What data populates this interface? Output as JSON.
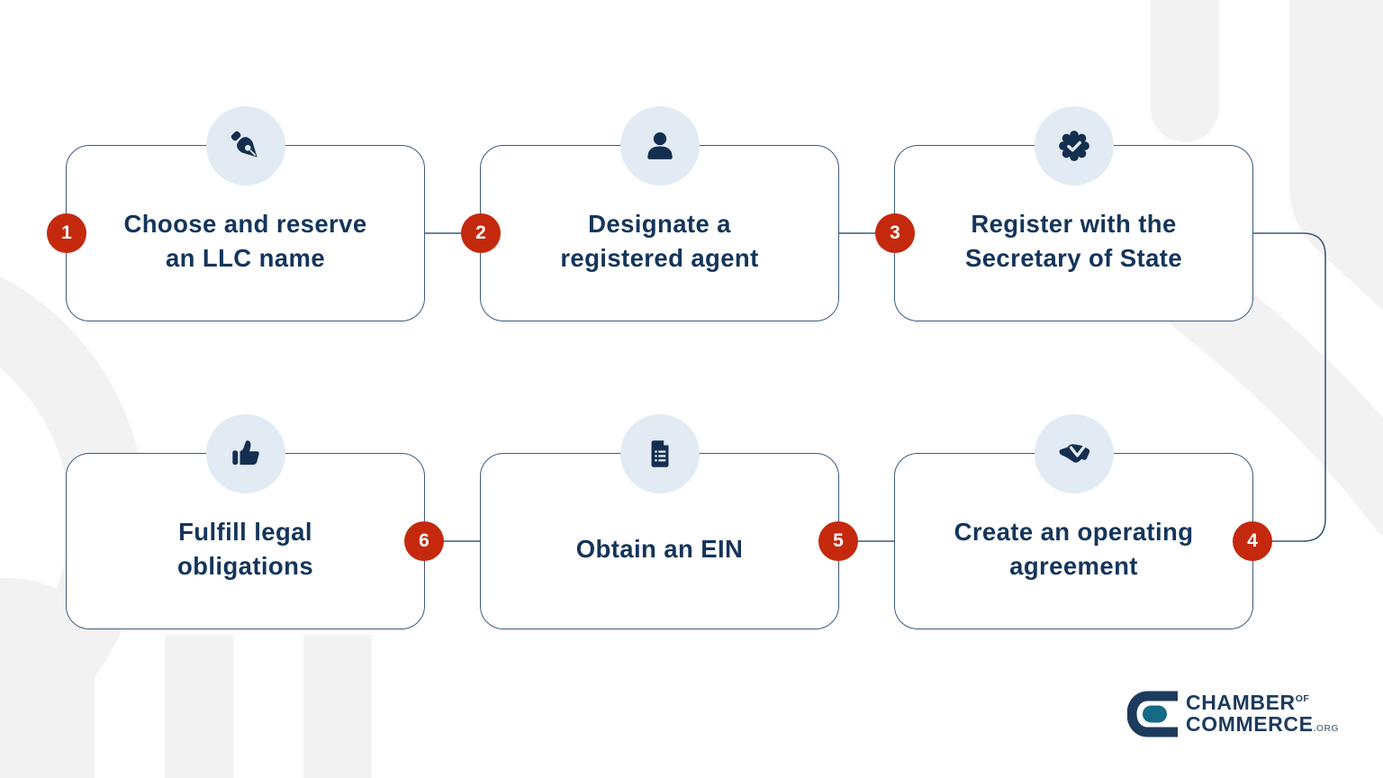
{
  "title_implicit": "Steps to form an LLC",
  "steps": [
    {
      "number": "1",
      "label": "Choose and reserve\nan LLC name",
      "icon": "pen-nib-icon"
    },
    {
      "number": "2",
      "label": "Designate a\nregistered agent",
      "icon": "user-icon"
    },
    {
      "number": "3",
      "label": "Register with the\nSecretary of State",
      "icon": "seal-check-icon"
    },
    {
      "number": "4",
      "label": "Create an operating\nagreement",
      "icon": "handshake-icon"
    },
    {
      "number": "5",
      "label": "Obtain an EIN",
      "icon": "document-icon"
    },
    {
      "number": "6",
      "label": "Fulfill legal\nobligations",
      "icon": "thumbs-up-icon"
    }
  ],
  "logo": {
    "line1": "CHAMBER",
    "line1_suffix": "OF",
    "line2": "COMMERCE",
    "line2_suffix": ".ORG"
  },
  "colors": {
    "text_navy": "#14355c",
    "icon_navy": "#132e4f",
    "card_border": "#3d5a7e",
    "badge_red": "#c4290e",
    "icon_circle_bg": "#e2ebf3",
    "logo_teal": "#156a85",
    "watermark_gray": "#f2f2f2"
  }
}
